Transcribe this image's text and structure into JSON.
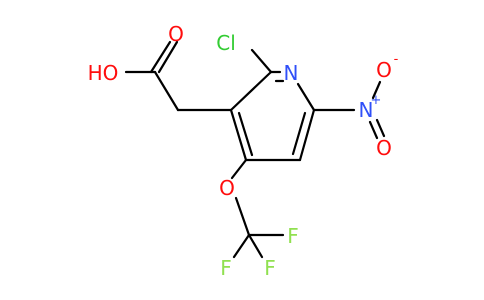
{
  "molecule": {
    "atoms": {
      "cl": {
        "label": "Cl",
        "color": "#33cc33"
      },
      "n_ring": {
        "label": "N",
        "color": "#3050f8"
      },
      "n_nitro": {
        "label": "N",
        "color": "#3050f8",
        "charge": "+"
      },
      "o_nitro_top": {
        "label": "O",
        "color": "#ff0d0d",
        "charge": "-"
      },
      "o_nitro_bottom": {
        "label": "O",
        "color": "#ff0d0d"
      },
      "o_carbonyl": {
        "label": "O",
        "color": "#ff0d0d"
      },
      "oh": {
        "label": "HO",
        "color": "#ff0d0d"
      },
      "o_ether": {
        "label": "O",
        "color": "#ff0d0d"
      },
      "f_right": {
        "label": "F",
        "color": "#90e050"
      },
      "f_left": {
        "label": "F",
        "color": "#90e050"
      },
      "f_bottom": {
        "label": "F",
        "color": "#90e050"
      }
    },
    "bond_color": "#000000"
  }
}
